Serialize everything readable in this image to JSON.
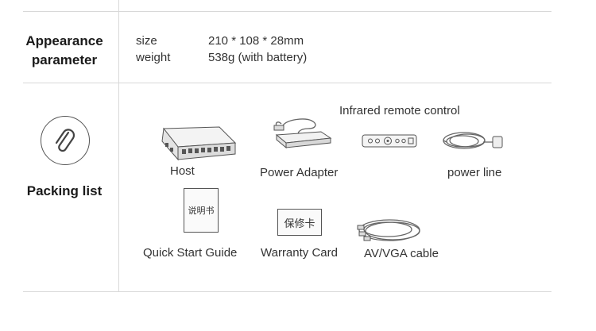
{
  "appearance": {
    "title_line1": "Appearance",
    "title_line2": "parameter",
    "specs": [
      {
        "label": "size",
        "value": "210 * 108 * 28mm"
      },
      {
        "label": "weight",
        "value": "538g (with battery)"
      }
    ]
  },
  "packing": {
    "title": "Packing list",
    "icon": "paperclip-icon",
    "items": {
      "host": "Host",
      "power_adapter": "Power Adapter",
      "remote": "Infrared remote control",
      "power_line": "power line",
      "quick_start": "Quick Start Guide",
      "quick_start_cover": "说明书",
      "warranty": "Warranty Card",
      "warranty_cover": "保修卡",
      "av_vga": "AV/VGA cable"
    }
  }
}
